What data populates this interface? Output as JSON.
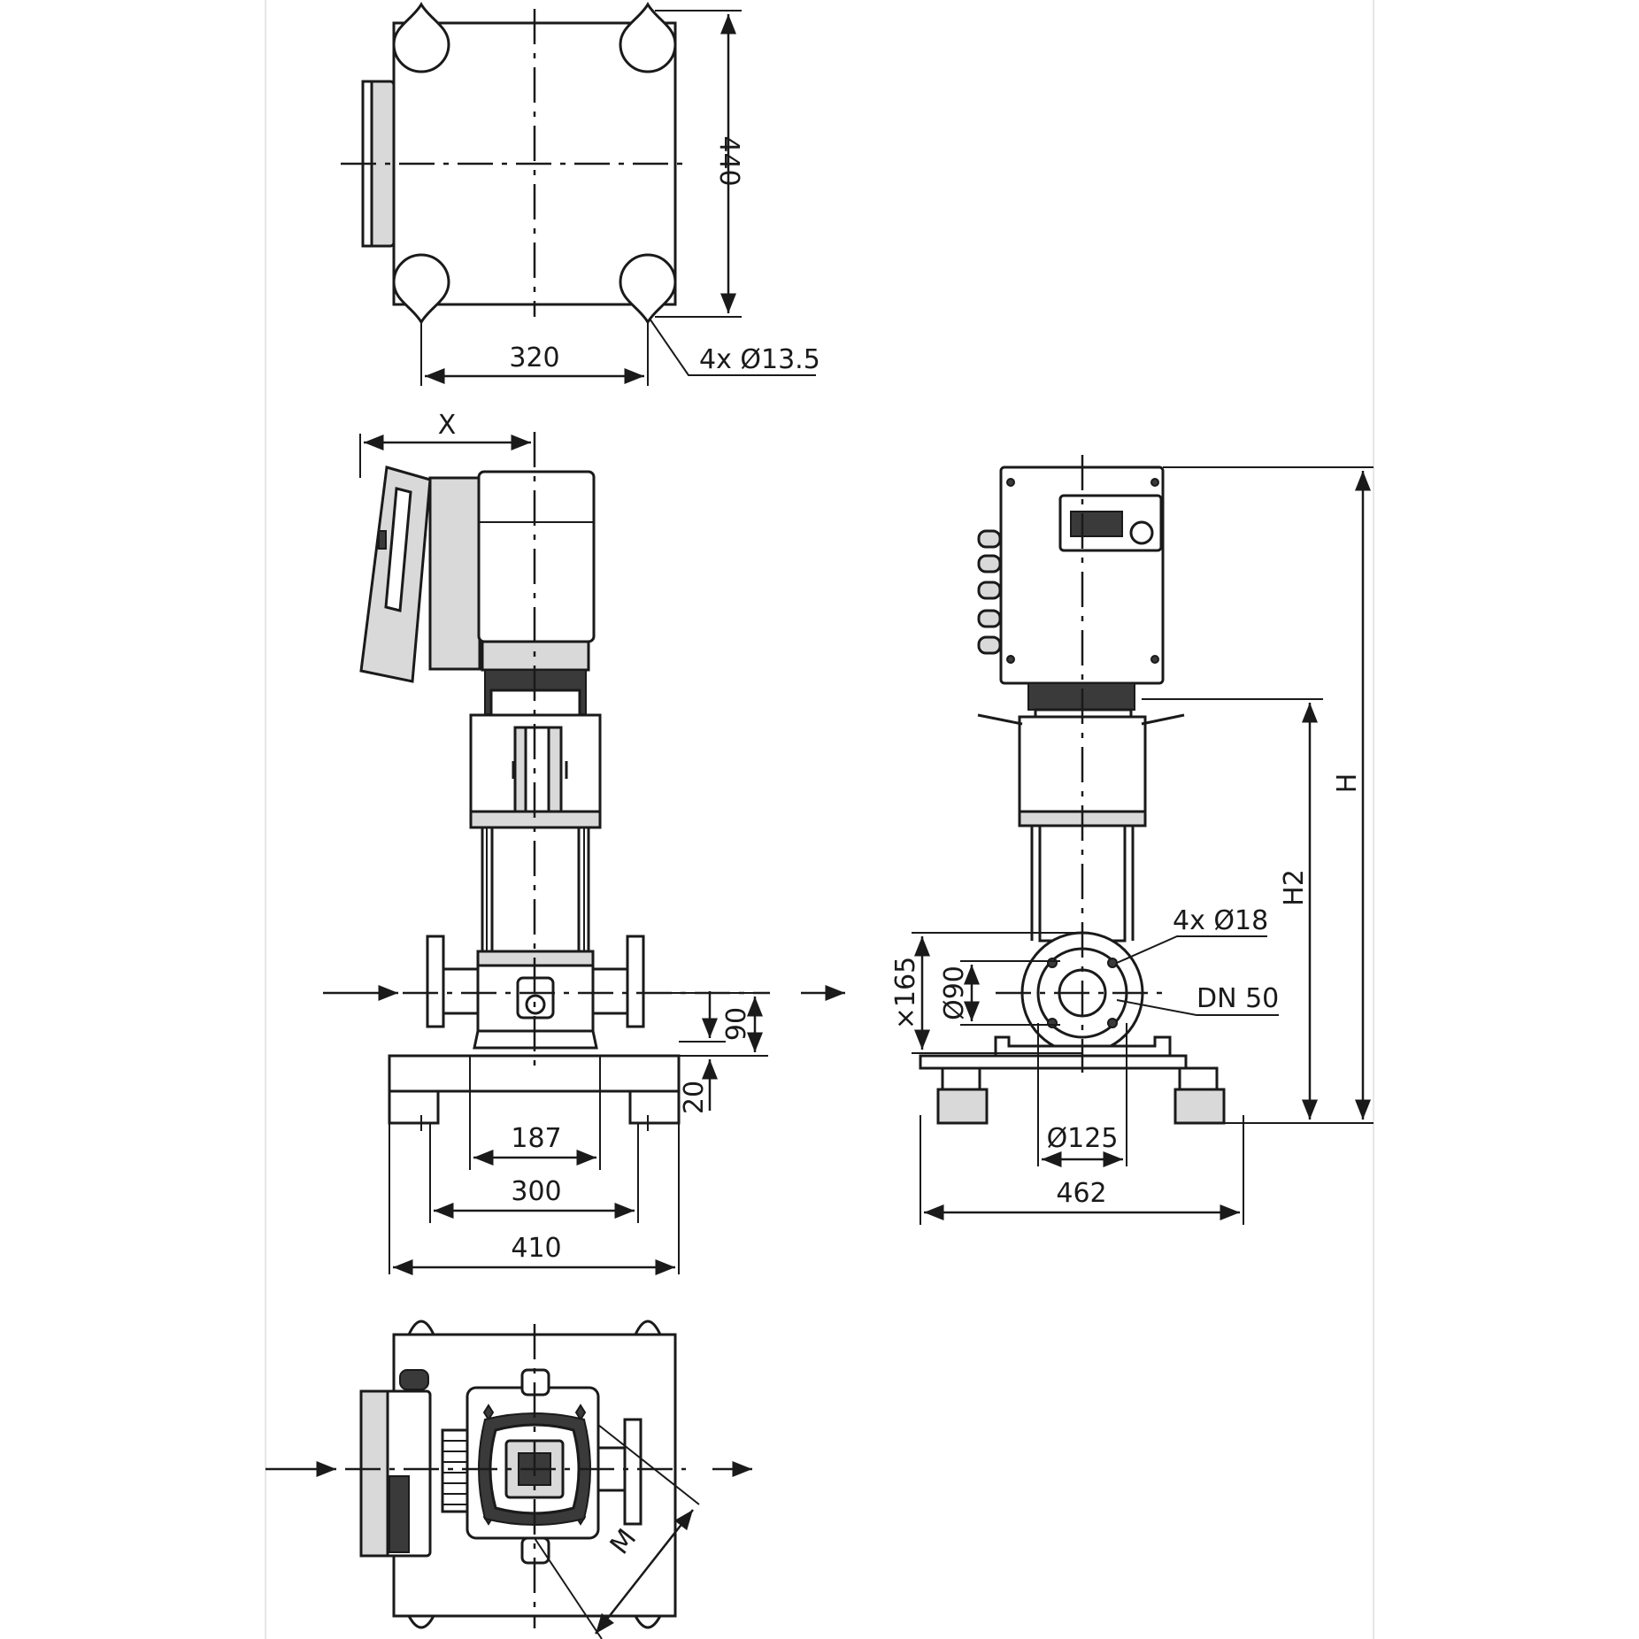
{
  "labels": {
    "top_depth": "440",
    "top_width": "320",
    "top_holes": "4x Ø13.5",
    "x_offset": "X",
    "inlet_height": "90",
    "base_thickness": "20",
    "port_span_187": "187",
    "foot_span_300": "300",
    "base_width_410": "410",
    "height_total": "H",
    "height_h2": "H2",
    "flange_holes": "4x Ø18",
    "flange_od": "×165",
    "flange_id": "Ø90",
    "nominal_diameter": "DN 50",
    "bolt_circle": "Ø125",
    "base_width_462": "462",
    "diag_m": "M"
  },
  "colors": {
    "line": "#1a1a1a",
    "fill_grey": "#d9d9d9",
    "fill_dark": "#3a3a3a"
  },
  "views": [
    "top-view",
    "front-view",
    "side-view",
    "bottom-plan-view"
  ]
}
